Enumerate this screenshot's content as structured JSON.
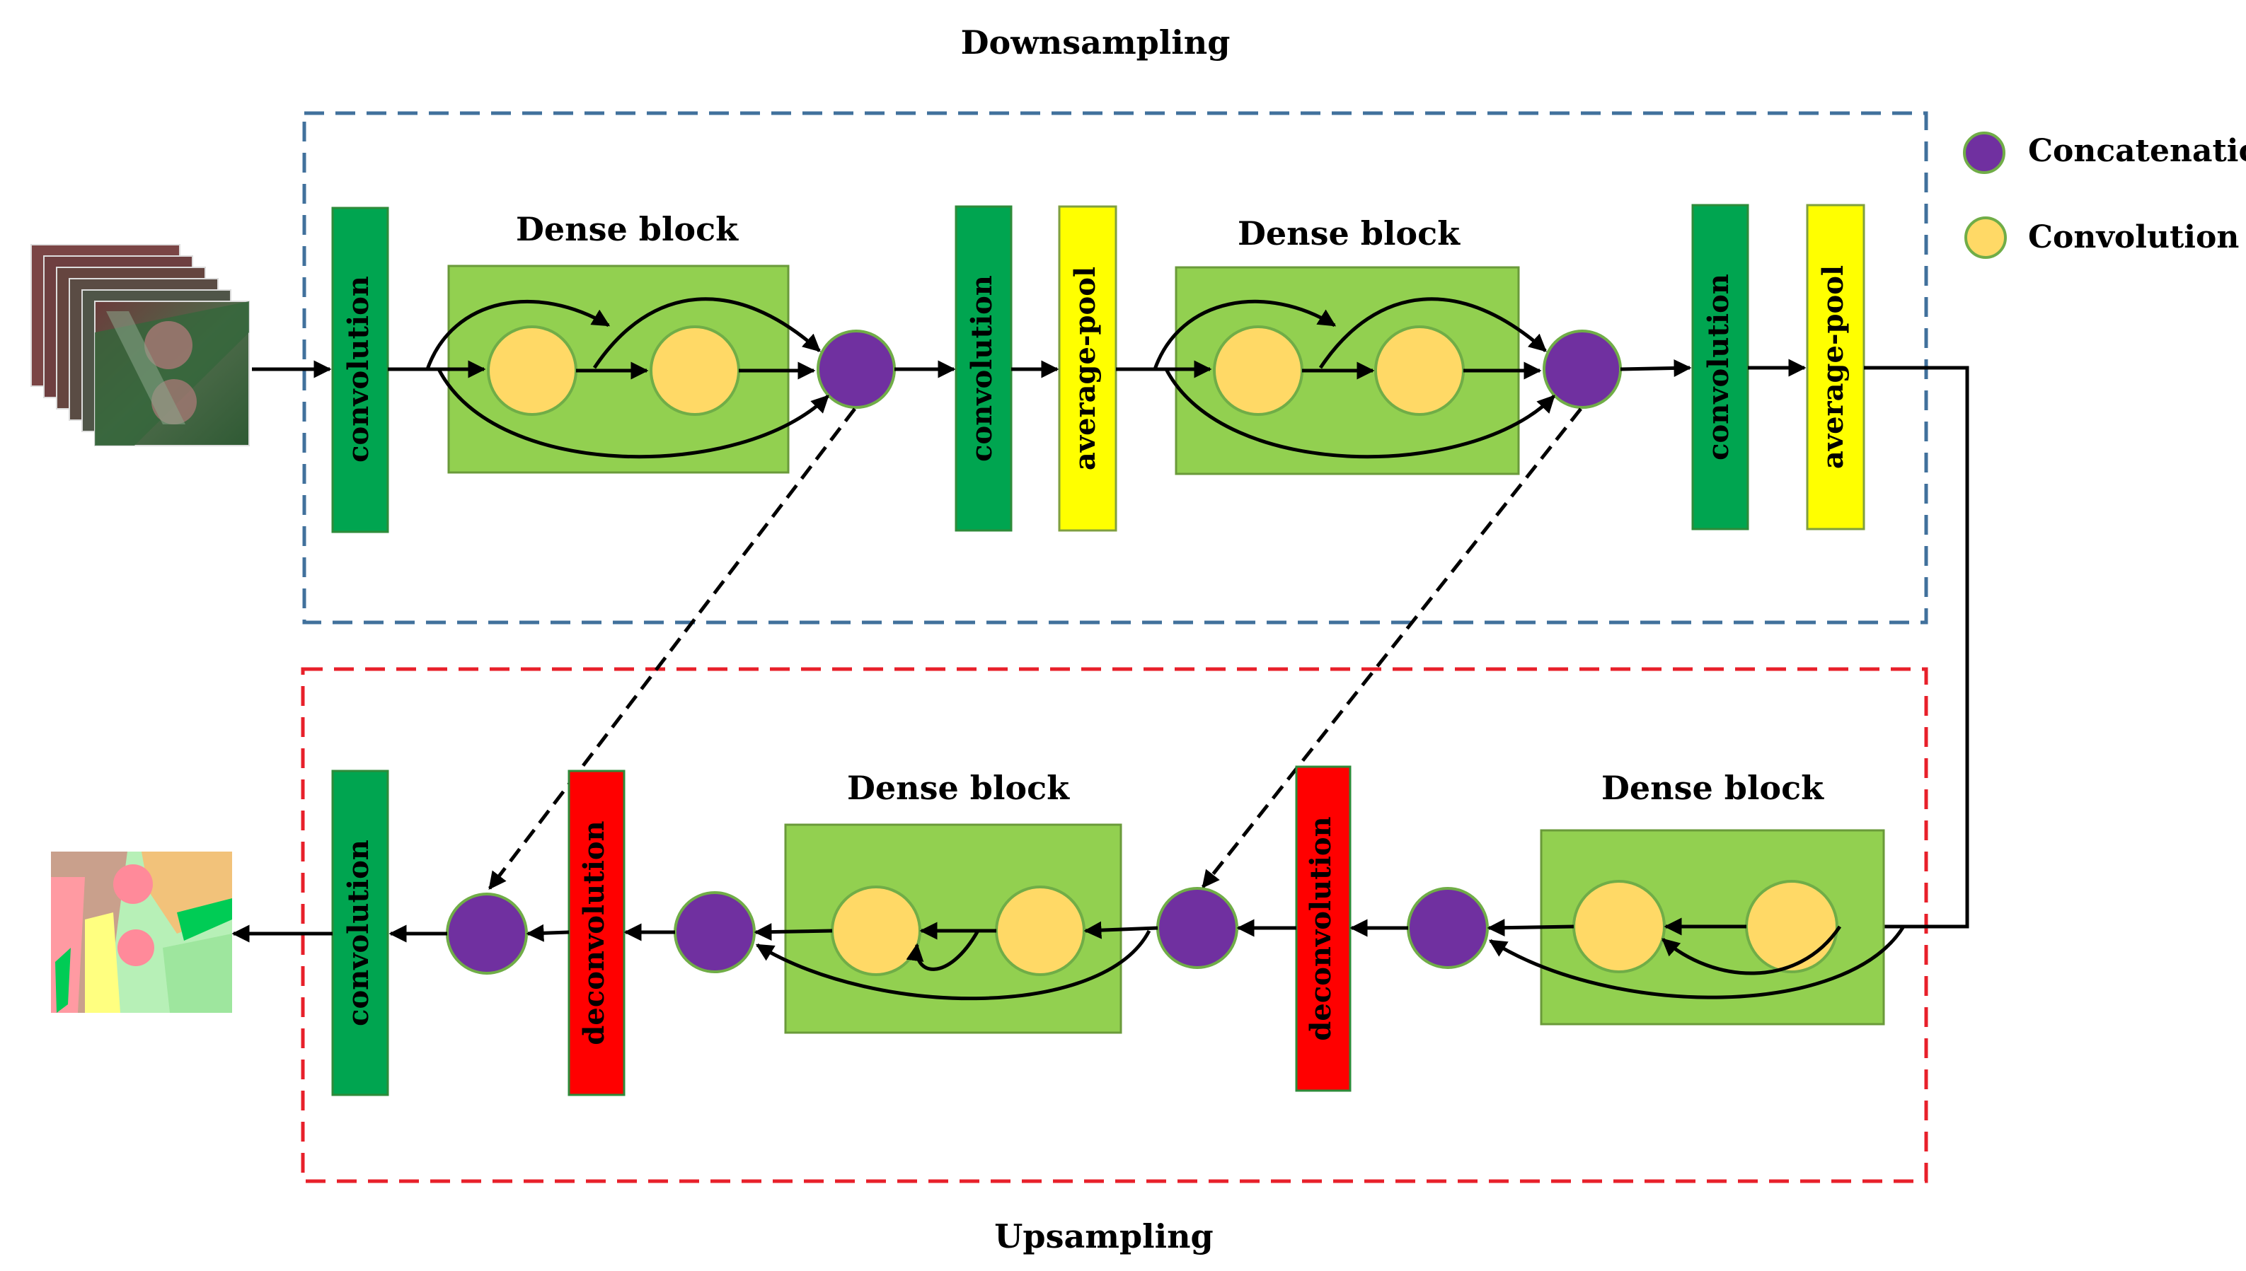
{
  "titles": {
    "top": "Downsampling",
    "bottom": "Upsampling"
  },
  "legend": {
    "concatenation": "Concatenation",
    "convolution": "Convolution"
  },
  "blocks": {
    "convolution": "convolution",
    "average_pool": "average-pool",
    "deconvolution": "deconvolution",
    "dense_block": "Dense block"
  },
  "colors": {
    "downsampling_frame": "#41719C",
    "upsampling_frame": "#E8202A",
    "convolution_layer": "#00A550",
    "average_pool_layer": "#FFFF00",
    "deconvolution_layer": "#FF0000",
    "dense_block_fill": "#92D050",
    "concatenation_node": "#7030A0",
    "convolution_node": "#FFD966",
    "node_outline": "#70AD47"
  },
  "icons": {
    "input": "hyperspectral-image-stack-icon",
    "output": "classification-map-icon"
  }
}
